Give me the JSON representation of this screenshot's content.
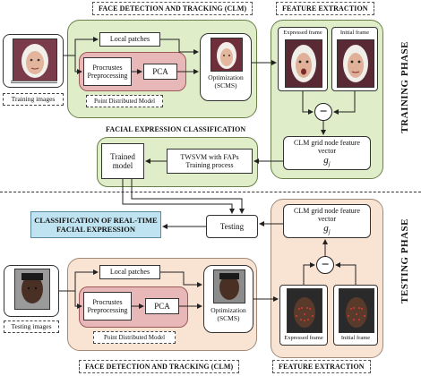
{
  "titles": {
    "face_detection_top": "FACE DETECTION AND TRACKING (CLM)",
    "feature_extraction_top": "FEATURE EXTRACTION",
    "facial_expression_classification": "FACIAL EXPRESSION CLASSIFICATION",
    "face_detection_bottom": "FACE DETECTION AND TRACKING (CLM)",
    "feature_extraction_bottom": "FEATURE EXTRACTION"
  },
  "phases": {
    "training": "TRAINING PHASE",
    "testing": "TESTING PHASE"
  },
  "training": {
    "images_label": "Training images",
    "local_patches": "Local patches",
    "procrustes": "Procrustes Preprocessing",
    "pca": "PCA",
    "pdm": "Point Distributed Model",
    "optimization": "Optimization (SCMS)",
    "expressed_frame": "Expressed frame",
    "initial_frame": "Initial frame",
    "clm_vector": "CLM grid node feature vector",
    "g_symbol": "g",
    "g_sub": "j",
    "twsvm": "TWSVM with FAPs Training process",
    "trained_model": "Trained model"
  },
  "testing": {
    "testing_box": "Testing",
    "classification": "CLASSIFICATION OF REAL-TIME FACIAL EXPRESSION",
    "images_label": "Testing images",
    "local_patches": "Local patches",
    "procrustes": "Procrustes Preprocessing",
    "pca": "PCA",
    "pdm": "Point Distributed Model",
    "optimization": "Optimization (SCMS)",
    "expressed_frame": "Expressed frame",
    "initial_frame": "Initial frame",
    "clm_vector": "CLM grid node feature vector",
    "g_symbol": "g",
    "g_sub": "j"
  },
  "minus_symbol": "−",
  "colors": {
    "green_panel": "#dfeec8",
    "peach_panel": "#f9e3d3",
    "pink_panel": "#e8b7b7",
    "classification_box": "#bfe3f0"
  }
}
